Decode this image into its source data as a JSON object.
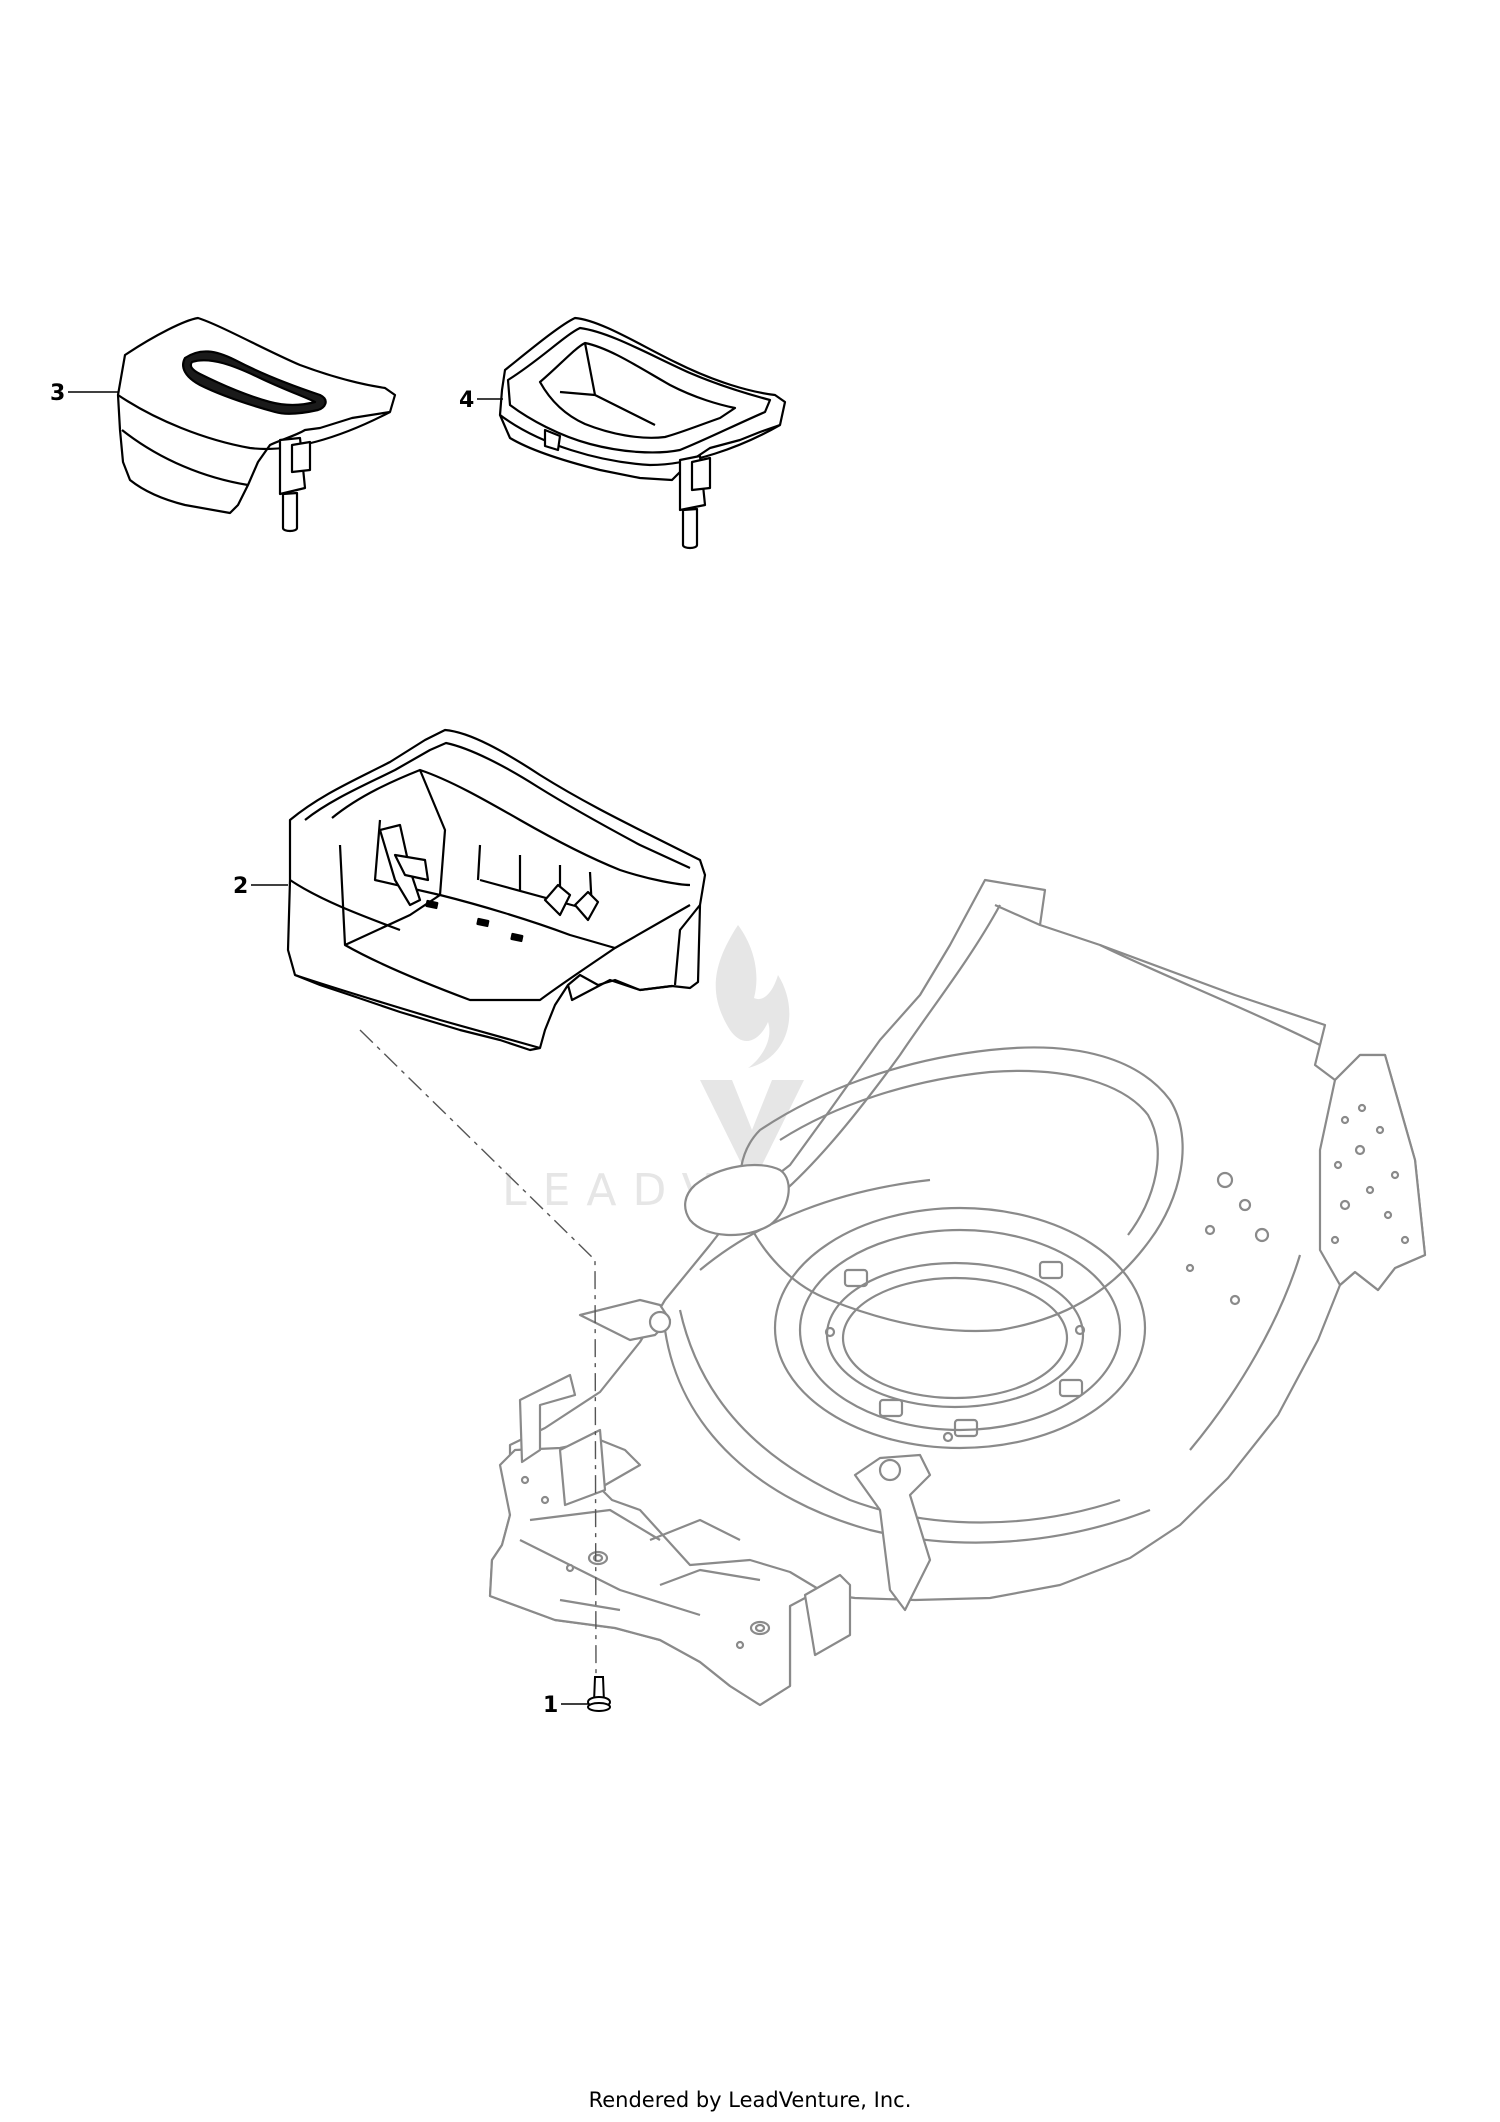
{
  "diagram": {
    "callouts": [
      {
        "id": "1",
        "label": "1"
      },
      {
        "id": "2",
        "label": "2"
      },
      {
        "id": "3",
        "label": "3"
      },
      {
        "id": "4",
        "label": "4"
      }
    ],
    "watermark": {
      "text": "LEADVENTURE"
    },
    "footer": {
      "text": "Rendered by LeadVenture, Inc."
    },
    "colors": {
      "line": "#000000",
      "deck_line": "#8a8a8a",
      "watermark": "#e6e6e6",
      "fill": "#ffffff",
      "dark_fill": "#1a1a1a"
    }
  }
}
